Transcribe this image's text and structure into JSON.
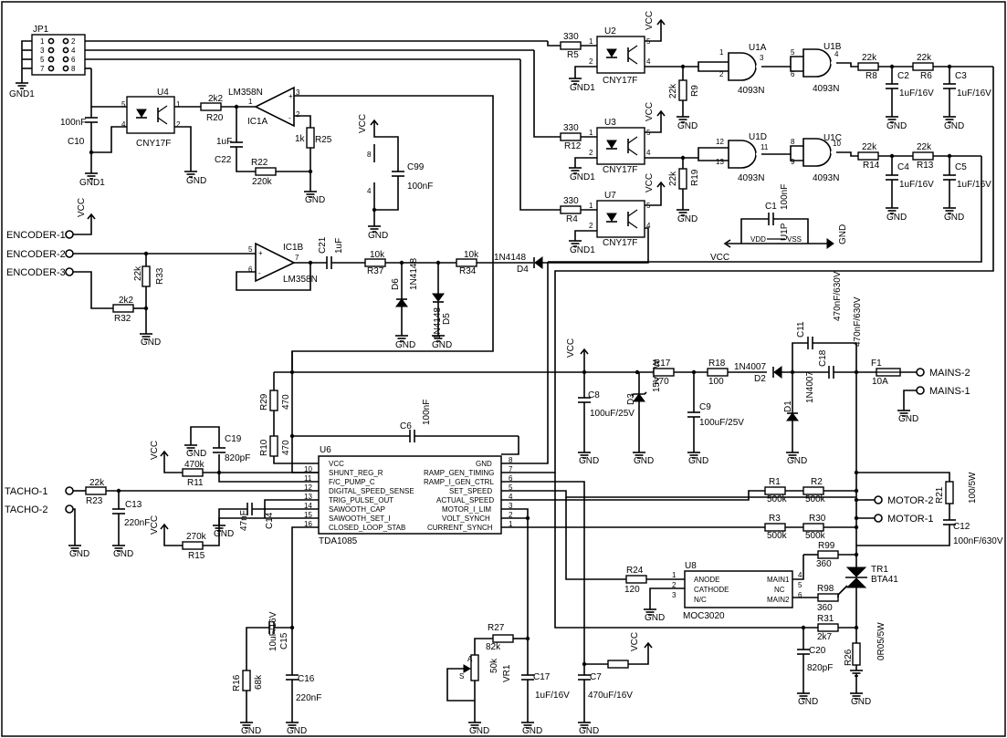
{
  "parts": {
    "R1": [
      "R1",
      "500k"
    ],
    "R2": [
      "R2",
      "500k"
    ],
    "R3": [
      "R3",
      "500k"
    ],
    "R30": [
      "R30",
      "500k"
    ],
    "R4": [
      "R4",
      "330"
    ],
    "R5": [
      "R5",
      "330"
    ],
    "R12": [
      "R12",
      "330"
    ],
    "R6": [
      "R6",
      "22k"
    ],
    "R8": [
      "R8",
      "22k"
    ],
    "R9": [
      "R9",
      "22k"
    ],
    "R13": [
      "R13",
      "22k"
    ],
    "R14": [
      "R14",
      "22k"
    ],
    "R19": [
      "R19",
      "22k"
    ],
    "R10": [
      "R10",
      "470"
    ],
    "R29": [
      "R29",
      "470"
    ],
    "R11": [
      "R11",
      "470k"
    ],
    "R15": [
      "R15",
      "270k"
    ],
    "R16": [
      "R16",
      "68k"
    ],
    "R17": [
      "R17",
      "270"
    ],
    "R18": [
      "R18",
      "100"
    ],
    "R20": [
      "R20",
      "2k2"
    ],
    "R21": [
      "R21",
      "100/5W"
    ],
    "R22": [
      "R22",
      "220k"
    ],
    "R23": [
      "R23",
      "22k"
    ],
    "R24": [
      "R24",
      "120"
    ],
    "R25": [
      "R25",
      "1k"
    ],
    "R26": [
      "R26",
      "0R05/5W"
    ],
    "R27": [
      "R27",
      "82k"
    ],
    "R31": [
      "R31",
      "2k7"
    ],
    "R32": [
      "R32",
      "2k2"
    ],
    "R33": [
      "R33",
      "22k"
    ],
    "R34": [
      "R34",
      "10k"
    ],
    "R37": [
      "R37",
      "10k"
    ],
    "R98": [
      "R98",
      "360"
    ],
    "R99": [
      "R99",
      "360"
    ],
    "C1": [
      "C1",
      "100nF"
    ],
    "C2": [
      "C2",
      "1uF/16V"
    ],
    "C3": [
      "C3",
      "1uF/16V"
    ],
    "C4": [
      "C4",
      "1uF/16V"
    ],
    "C5": [
      "C5",
      "1uF/16V"
    ],
    "C6": [
      "C6",
      "100nF"
    ],
    "C7": [
      "C7",
      "470uF/16V"
    ],
    "C8": [
      "C8",
      "100uF/25V"
    ],
    "C9": [
      "C9",
      "100uF/25V"
    ],
    "C10": [
      "C10",
      "100nF"
    ],
    "C11": [
      "C11",
      "470nF/630V"
    ],
    "C12": [
      "C12",
      "100nF/630V"
    ],
    "C13": [
      "C13",
      "220nF"
    ],
    "C14": [
      "C14",
      "47nF"
    ],
    "C15": [
      "C15",
      "10uF/16V"
    ],
    "C16": [
      "C16",
      "220nF"
    ],
    "C17": [
      "C17",
      "1uF/16V"
    ],
    "C18": [
      "C18",
      "470nF/630V"
    ],
    "C19": [
      "C19",
      "820pF"
    ],
    "C20": [
      "C20",
      "820pF"
    ],
    "C21": [
      "C21",
      "1uF"
    ],
    "C22": [
      "C22",
      "1uF"
    ],
    "C99": [
      "C99",
      "100nF"
    ],
    "D1": [
      "D1",
      "1N4007"
    ],
    "D2": [
      "D2",
      "1N4007"
    ],
    "D3": [
      "D3",
      "15V/1W"
    ],
    "D4": [
      "D4",
      "1N4148"
    ],
    "D5": [
      "D5",
      "1N4148"
    ],
    "D6": [
      "D6",
      "1N4148"
    ],
    "U2": [
      "U2",
      "CNY17F"
    ],
    "U3": [
      "U3",
      "CNY17F"
    ],
    "U4": [
      "U4",
      "CNY17F"
    ],
    "U7": [
      "U7",
      "CNY17F"
    ],
    "U1A": [
      "U1A",
      "4093N"
    ],
    "U1B": [
      "U1B",
      "4093N"
    ],
    "U1C": [
      "U1C",
      "4093N"
    ],
    "U1D": [
      "U1D",
      "4093N"
    ],
    "IC1A": [
      "IC1A",
      "LM358N"
    ],
    "IC1B": [
      "IC1B",
      "LM358N"
    ],
    "U6": [
      "U6",
      "TDA1085"
    ],
    "U8": [
      "U8",
      "MOC3020"
    ],
    "TR1": [
      "TR1",
      "BTA41"
    ],
    "F1": [
      "F1",
      "10A"
    ],
    "VR1": [
      "VR1",
      "50k"
    ],
    "JP1": [
      "JP1",
      ""
    ],
    "U1P": [
      "U1P",
      ""
    ]
  },
  "nets": {
    "vcc": "VCC",
    "gnd": "GND",
    "gnd1": "GND1"
  },
  "connectors": {
    "enc1": "ENCODER-1",
    "enc2": "ENCODER-2",
    "enc3": "ENCODER-3",
    "tacho1": "TACHO-1",
    "tacho2": "TACHO-2",
    "mains1": "MAINS-1",
    "mains2": "MAINS-2",
    "motor1": "MOTOR-1",
    "motor2": "MOTOR-2"
  },
  "u6_pins": {
    "left": [
      "VCC",
      "SHUNT_REG_R",
      "F/C_PUMP_C",
      "DIGITAL_SPEED_SENSE",
      "TRIG_PULSE_OUT",
      "SAWOOTH_CAP",
      "SAWOOTH_SET_I",
      "CLOSED_LOOP_STAB"
    ],
    "left_nums": [
      "10",
      "11",
      "12",
      "13",
      "14",
      "15",
      "16"
    ],
    "right": [
      "GND",
      "RAMP_GEN_TIMING",
      "RAMP_I_GEN_CTRL",
      "SET_SPEED",
      "ACTUAL_SPEED",
      "MOTOR_I_LIM",
      "VOLT_SYNCH",
      "CURRENT_SYNCH"
    ],
    "right_nums": [
      "8",
      "7",
      "6",
      "5",
      "4",
      "3",
      "2",
      "1"
    ]
  },
  "u8_pins": {
    "left": [
      "ANODE",
      "CATHODE",
      "N/C"
    ],
    "left_nums": [
      "1",
      "2",
      "3"
    ],
    "right": [
      "MAIN1",
      "NC",
      "MAIN2"
    ],
    "right_nums": [
      "4",
      "5",
      "6"
    ]
  },
  "pin_labels": {
    "vdd": "VDD",
    "vss": "VSS",
    "s": "S",
    "a": "A"
  },
  "jp1_pins": [
    "1",
    "2",
    "3",
    "4",
    "5",
    "6",
    "7",
    "8"
  ]
}
